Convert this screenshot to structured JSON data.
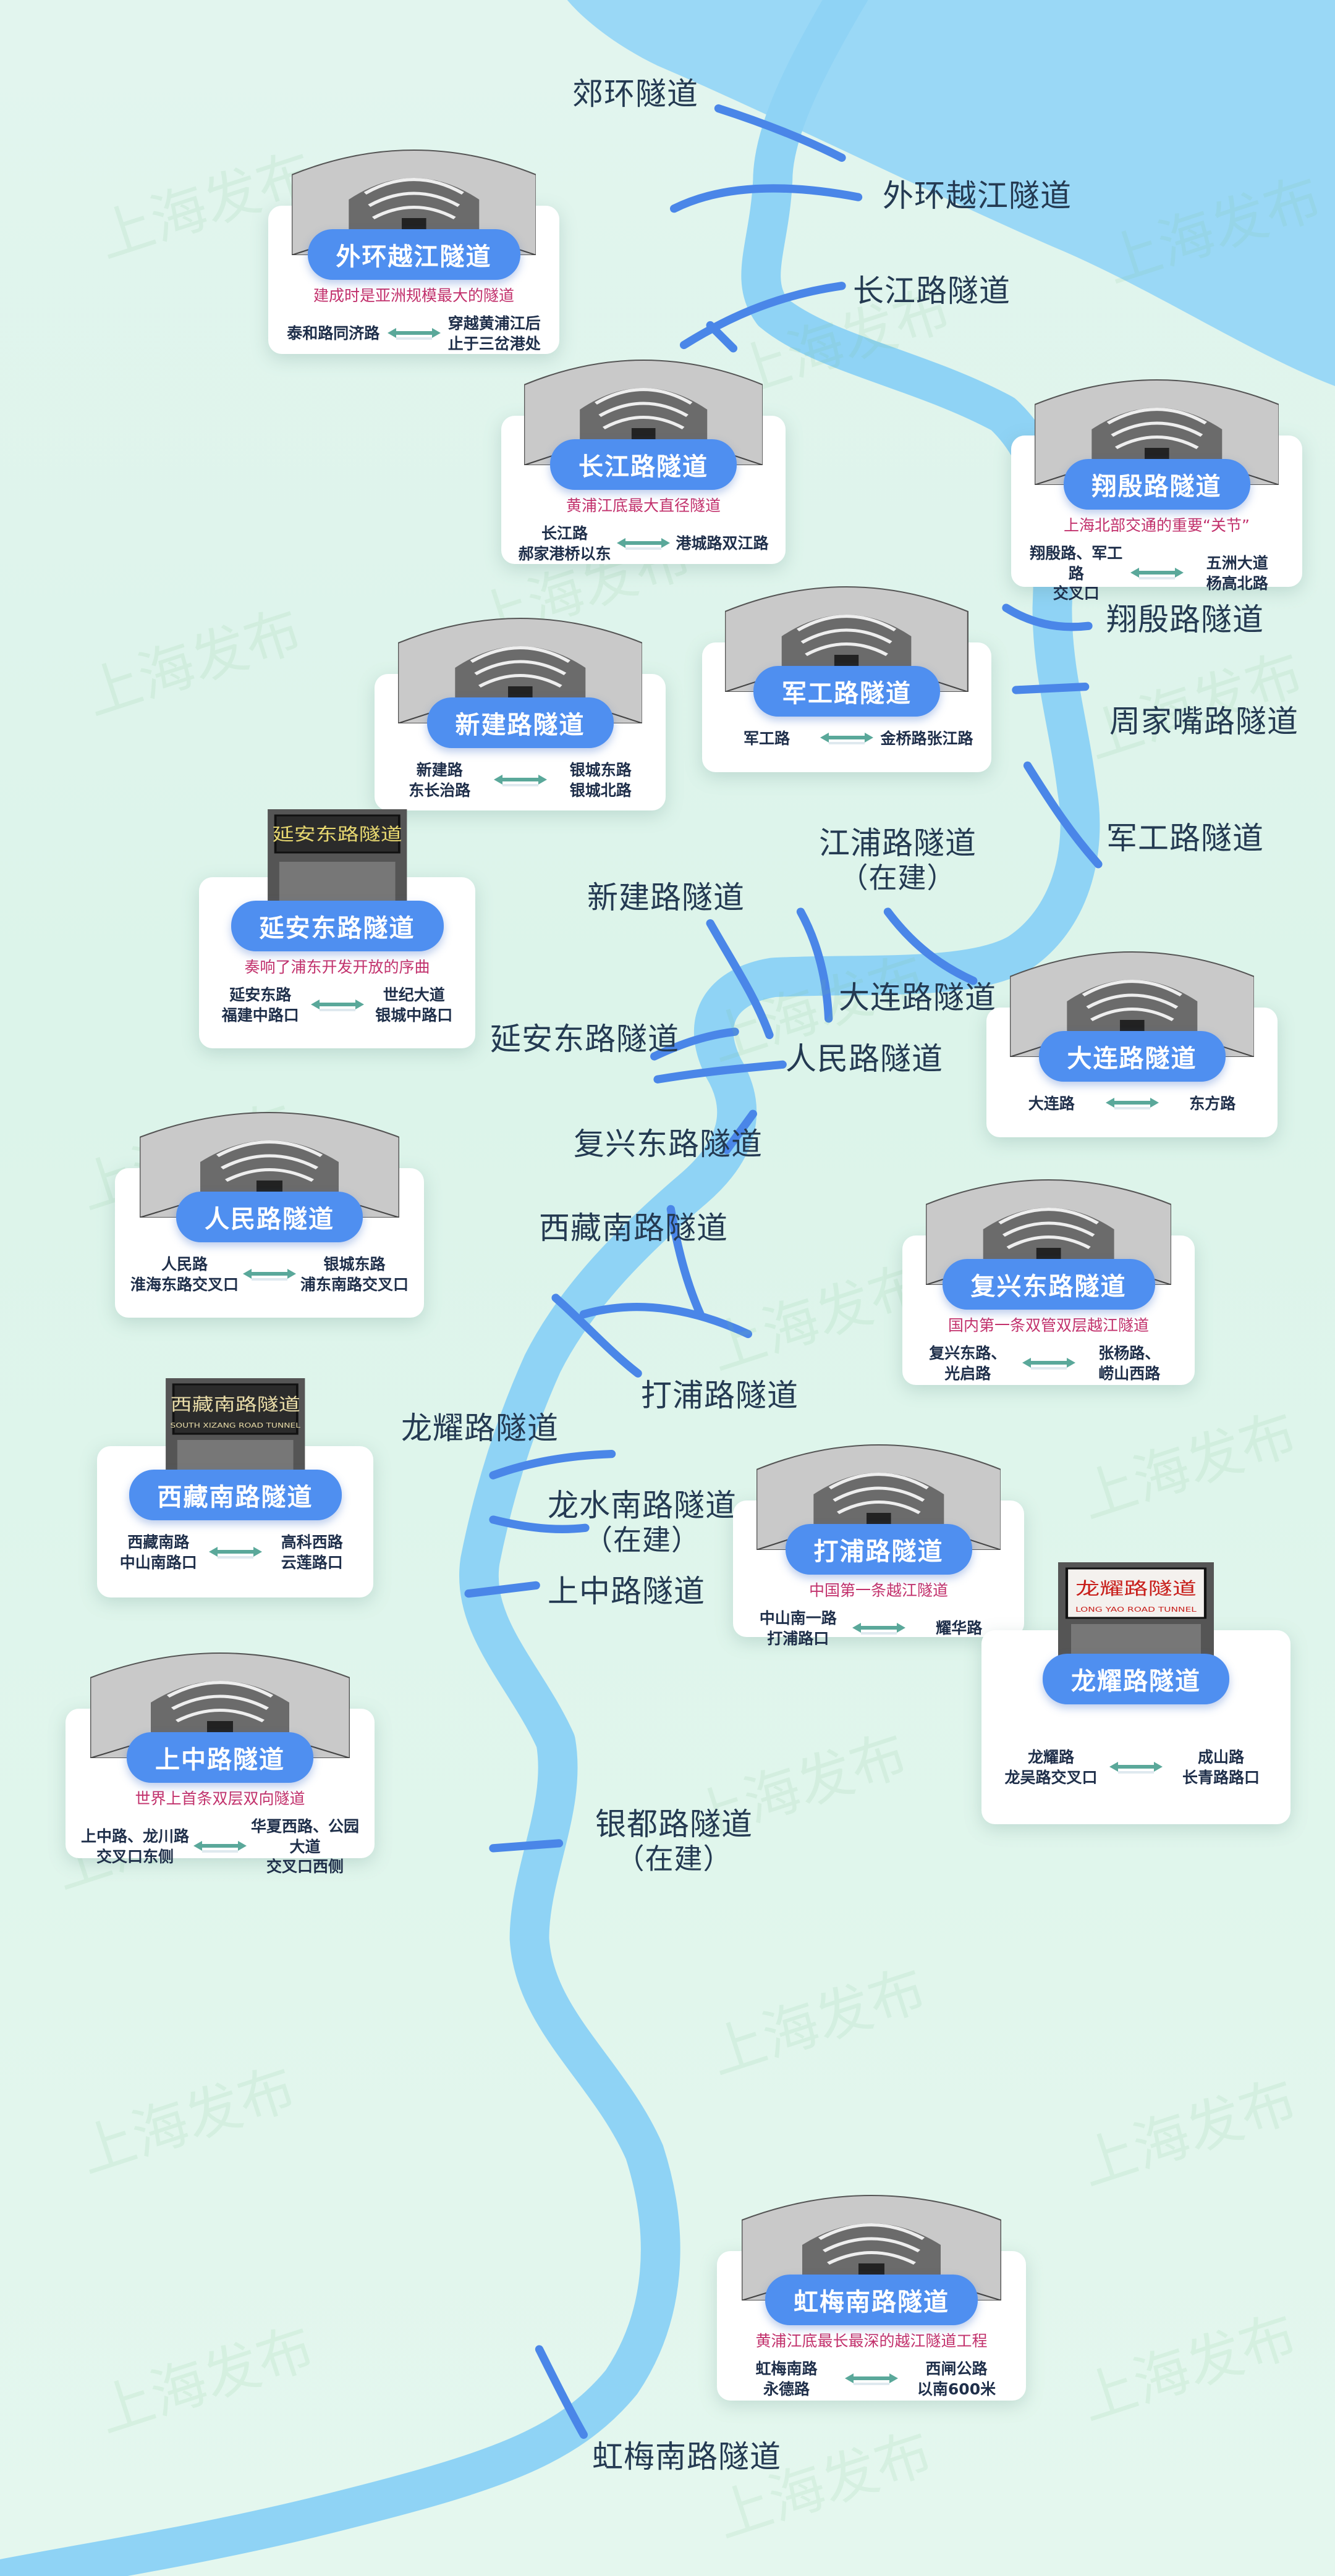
{
  "watermark": "上海发布",
  "colors": {
    "river": "#8fd3f5",
    "tunnel": "#4a86e8",
    "pill": "#4f8ff0",
    "tagline": "#c2316c",
    "arrow": "#5aa89a"
  },
  "map_labels": [
    {
      "text": "郊环隧道"
    },
    {
      "text": "外环越江隧道"
    },
    {
      "text": "长江路隧道"
    },
    {
      "text": "翔殷路隧道"
    },
    {
      "text": "周家嘴路隧道"
    },
    {
      "text": "军工路隧道"
    },
    {
      "text": "江浦路隧道",
      "sub": "（在建）"
    },
    {
      "text": "新建路隧道"
    },
    {
      "text": "大连路隧道"
    },
    {
      "text": "延安东路隧道"
    },
    {
      "text": "人民路隧道"
    },
    {
      "text": "复兴东路隧道"
    },
    {
      "text": "西藏南路隧道"
    },
    {
      "text": "打浦路隧道"
    },
    {
      "text": "龙耀路隧道"
    },
    {
      "text": "龙水南路隧道",
      "sub": "（在建）"
    },
    {
      "text": "上中路隧道"
    },
    {
      "text": "银都路隧道",
      "sub": "（在建）"
    },
    {
      "text": "虹梅南路隧道"
    }
  ],
  "cards": [
    {
      "title": "外环越江隧道",
      "tagline": "建成时是亚洲规模最大的隧道",
      "from": "泰和路同济路",
      "to": "穿越黄浦江后\n止于三岔港处"
    },
    {
      "title": "长江路隧道",
      "tagline": "黄浦江底最大直径隧道",
      "from": "长江路\n郝家港桥以东",
      "to": "港城路双江路"
    },
    {
      "title": "翔殷路隧道",
      "tagline": "上海北部交通的重要“关节”",
      "from": "翔殷路、军工路\n交叉口",
      "to": "五洲大道\n杨高北路"
    },
    {
      "title": "军工路隧道",
      "from": "军工路",
      "to": "金桥路张江路"
    },
    {
      "title": "新建路隧道",
      "from": "新建路\n东长治路",
      "to": "银城东路\n银城北路"
    },
    {
      "title": "延安东路隧道",
      "tagline": "奏响了浦东开发开放的序曲",
      "from": "延安东路\n福建中路口",
      "to": "世纪大道\n银城中路口",
      "sign": "延安东路隧道"
    },
    {
      "title": "大连路隧道",
      "from": "大连路",
      "to": "东方路"
    },
    {
      "title": "人民路隧道",
      "from": "人民路\n淮海东路交叉口",
      "to": "银城东路\n浦东南路交叉口"
    },
    {
      "title": "复兴东路隧道",
      "tagline": "国内第一条双管双层越江隧道",
      "from": "复兴东路、\n光启路",
      "to": "张杨路、\n崂山西路"
    },
    {
      "title": "西藏南路隧道",
      "from": "西藏南路\n中山南路口",
      "to": "高科西路\n云莲路口",
      "sign": "西藏南路隧道",
      "sign_en": "SOUTH XIZANG ROAD TUNNEL"
    },
    {
      "title": "打浦路隧道",
      "tagline": "中国第一条越江隧道",
      "from": "中山南一路\n打浦路口",
      "to": "耀华路"
    },
    {
      "title": "龙耀路隧道",
      "from": "龙耀路\n龙吴路交叉口",
      "to": "成山路\n长青路路口",
      "sign": "龙耀路隧道",
      "sign_en": "LONG YAO ROAD TUNNEL"
    },
    {
      "title": "上中路隧道",
      "tagline": "世界上首条双层双向隧道",
      "from": "上中路、龙川路\n交叉口东侧",
      "to": "华夏西路、公园大道\n交叉口西侧"
    },
    {
      "title": "虹梅南路隧道",
      "tagline": "黄浦江底最长最深的越江隧道工程",
      "from": "虹梅南路\n永德路",
      "to": "西闸公路\n以南600米"
    }
  ]
}
